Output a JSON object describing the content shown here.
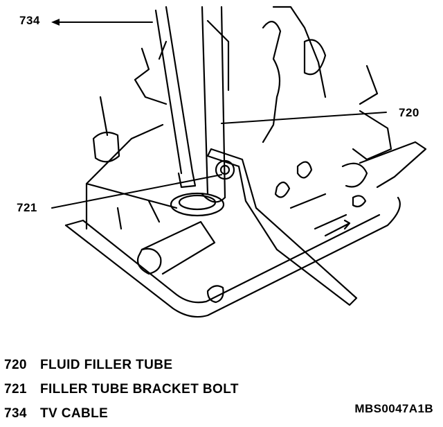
{
  "callouts": {
    "tv_cable": "734",
    "fluid_filler_tube": "720",
    "bracket_bolt": "721"
  },
  "legend": [
    {
      "number": "720",
      "description": "FLUID FILLER TUBE"
    },
    {
      "number": "721",
      "description": "FILLER TUBE BRACKET BOLT"
    },
    {
      "number": "734",
      "description": "TV CABLE"
    }
  ],
  "figure_id": "MBS0047A1B"
}
